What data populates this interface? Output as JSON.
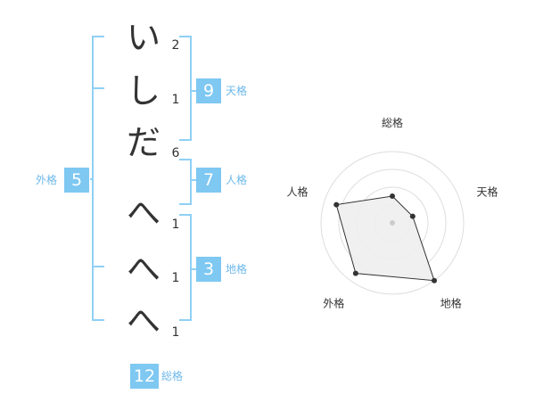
{
  "name": {
    "chars": [
      {
        "char": "い",
        "strokes": "2"
      },
      {
        "char": "し",
        "strokes": "1"
      },
      {
        "char": "だ",
        "strokes": "6"
      },
      {
        "char": "へ",
        "strokes": "1"
      },
      {
        "char": "へ",
        "strokes": "1"
      },
      {
        "char": "へ",
        "strokes": "1"
      }
    ]
  },
  "kaku": {
    "tenkaku": {
      "value": "9",
      "label": "天格"
    },
    "jinkaku": {
      "value": "7",
      "label": "人格"
    },
    "chikaku": {
      "value": "3",
      "label": "地格"
    },
    "gaikaku": {
      "value": "5",
      "label": "外格"
    },
    "soukaku": {
      "value": "12",
      "label": "総格"
    }
  },
  "colors": {
    "accent": "#7ec8f2",
    "bracket": "#8fd0f5",
    "radar_fill": "#eeeeee"
  },
  "chart_data": {
    "type": "radar",
    "axes": [
      "総格",
      "天格",
      "地格",
      "外格",
      "人格"
    ],
    "values": [
      1.5,
      1.2,
      4.0,
      3.5,
      3.3
    ],
    "rlim": [
      0,
      4
    ],
    "rings": 4
  }
}
